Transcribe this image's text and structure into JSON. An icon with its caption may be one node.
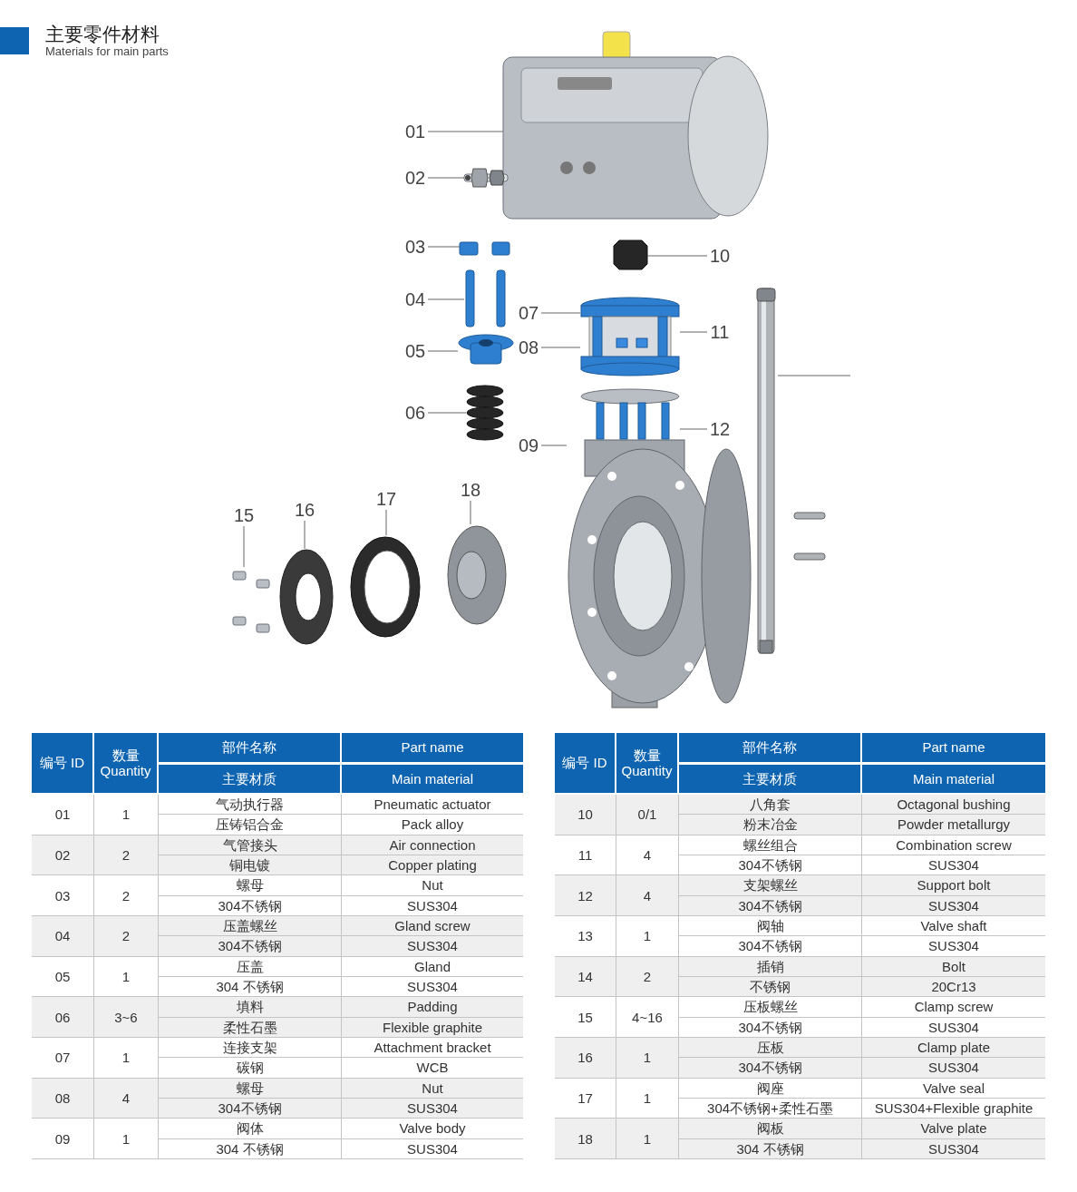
{
  "diagram": {
    "title": "主要零件材料",
    "nodes": [
      {
        "text": [
          "01"
        ]
      },
      {
        "text": [
          "02"
        ]
      },
      {
        "text": [
          "03"
        ]
      },
      {
        "text": [
          "04"
        ]
      },
      {
        "text": [
          "05"
        ]
      },
      {
        "text": [
          "06"
        ]
      },
      {
        "text": [
          "07"
        ]
      },
      {
        "text": [
          "08"
        ]
      },
      {
        "text": [
          "09"
        ]
      },
      {
        "text": [
          "10"
        ]
      },
      {
        "text": [
          "11"
        ]
      },
      {
        "text": [
          "12"
        ]
      },
      {
        "text": [
          "15"
        ]
      },
      {
        "text": [
          "16"
        ]
      },
      {
        "text": [
          "17"
        ]
      },
      {
        "text": [
          "18"
        ]
      },
      {
        "text": [],
        "shape": "picture"
      },
      {
        "text": [],
        "shape": "picture"
      },
      {
        "text": [],
        "shape": "picture"
      },
      {
        "text": [],
        "shape": "picture"
      },
      {
        "text": [],
        "shape": "picture"
      },
      {
        "text": [],
        "shape": "picture"
      },
      {
        "text": [],
        "shape": "picture"
      },
      {
        "text": [],
        "shape": "picture"
      },
      {
        "text": [],
        "shape": "picture"
      },
      {
        "text": [],
        "shape": "picture"
      },
      {
        "text": [],
        "shape": "picture"
      },
      {
        "text": [],
        "shape": "picture"
      },
      {
        "text": [],
        "shape": "picture"
      },
      {
        "text": [],
        "shape": "picture"
      },
      {
        "text": [],
        "shape": "picture"
      }
    ],
    "edges": [
      {
        "from": 0,
        "to": 16,
        "arrow": "none"
      },
      {
        "from": 1,
        "to": 17,
        "arrow": "none"
      },
      {
        "from": 2,
        "to": 18,
        "arrow": "none"
      },
      {
        "from": 3,
        "to": 19,
        "arrow": "none"
      },
      {
        "from": 4,
        "to": 20,
        "arrow": "none"
      },
      {
        "from": 5,
        "to": 21,
        "arrow": "none"
      },
      {
        "from": 6,
        "to": 22,
        "arrow": "none"
      },
      {
        "from": 7,
        "to": 22,
        "arrow": "none"
      },
      {
        "from": 8,
        "to": 23,
        "arrow": "none"
      },
      {
        "from": 9,
        "to": 24,
        "arrow": "none"
      },
      {
        "from": 10,
        "to": 22,
        "arrow": "none"
      },
      {
        "from": 11,
        "to": 25,
        "arrow": "none"
      },
      {
        "from": 12,
        "to": 27,
        "arrow": "none"
      },
      {
        "from": 13,
        "to": 28,
        "arrow": "none"
      },
      {
        "from": 14,
        "to": 29,
        "arrow": "none"
      },
      {
        "from": 15,
        "to": 30,
        "arrow": "none"
      },
      {
        "from": null,
        "to": 26,
        "arrow": "none"
      }
    ],
    "labels": [
      "Materials for main parts",
      "编号 ID",
      "数量 Quantity",
      "部件名称",
      "Part name",
      "主要材质",
      "Main material",
      "01",
      "1",
      "气动执行器",
      "Pneumatic actuator",
      "压铸铝合金",
      "Pack alloy",
      "02",
      "2",
      "气管接头",
      "Air connection",
      "铜电镀",
      "Copper plating",
      "03",
      "2",
      "螺母",
      "Nut",
      "304不锈钢",
      "SUS304",
      "04",
      "2",
      "压盖螺丝",
      "Gland screw",
      "304不锈钢",
      "SUS304",
      "05",
      "1",
      "压盖",
      "Gland",
      "304 不锈钢",
      "SUS304",
      "06",
      "3~6",
      "填料",
      "Padding",
      "柔性石墨",
      "Flexible graphite",
      "07",
      "1",
      "连接支架",
      "Attachment bracket",
      "碳钢",
      "WCB",
      "08",
      "4",
      "螺母",
      "Nut",
      "304不锈钢",
      "SUS304",
      "09",
      "1",
      "阀体",
      "Valve body",
      "304 不锈钢",
      "SUS304",
      "编号 ID",
      "数量 Quantity",
      "部件名称",
      "Part name",
      "主要材质",
      "Main material",
      "10",
      "0/1",
      "八角套",
      "Octagonal bushing",
      "粉末冶金",
      "Powder metallurgy",
      "11",
      "4",
      "螺丝组合",
      "Combination screw",
      "304不锈钢",
      "SUS304",
      "12",
      "4",
      "支架螺丝",
      "Support bolt",
      "304不锈钢",
      "SUS304",
      "13",
      "1",
      "阀轴",
      "Valve shaft",
      "304不锈钢",
      "SUS304",
      "14",
      "2",
      "插销",
      "Bolt",
      "不锈钢",
      "20Cr13",
      "15",
      "4~16",
      "压板螺丝",
      "Clamp screw",
      "304不锈钢",
      "SUS304",
      "16",
      "1",
      "压板",
      "Clamp plate",
      "304不锈钢",
      "SUS304",
      "17",
      "1",
      "阀座",
      "Valve seal",
      "304不锈钢+柔性石墨",
      "SUS304+Flexible graphite",
      "18",
      "1",
      "阀板",
      "Valve plate",
      "304 不锈钢",
      "SUS304"
    ]
  }
}
